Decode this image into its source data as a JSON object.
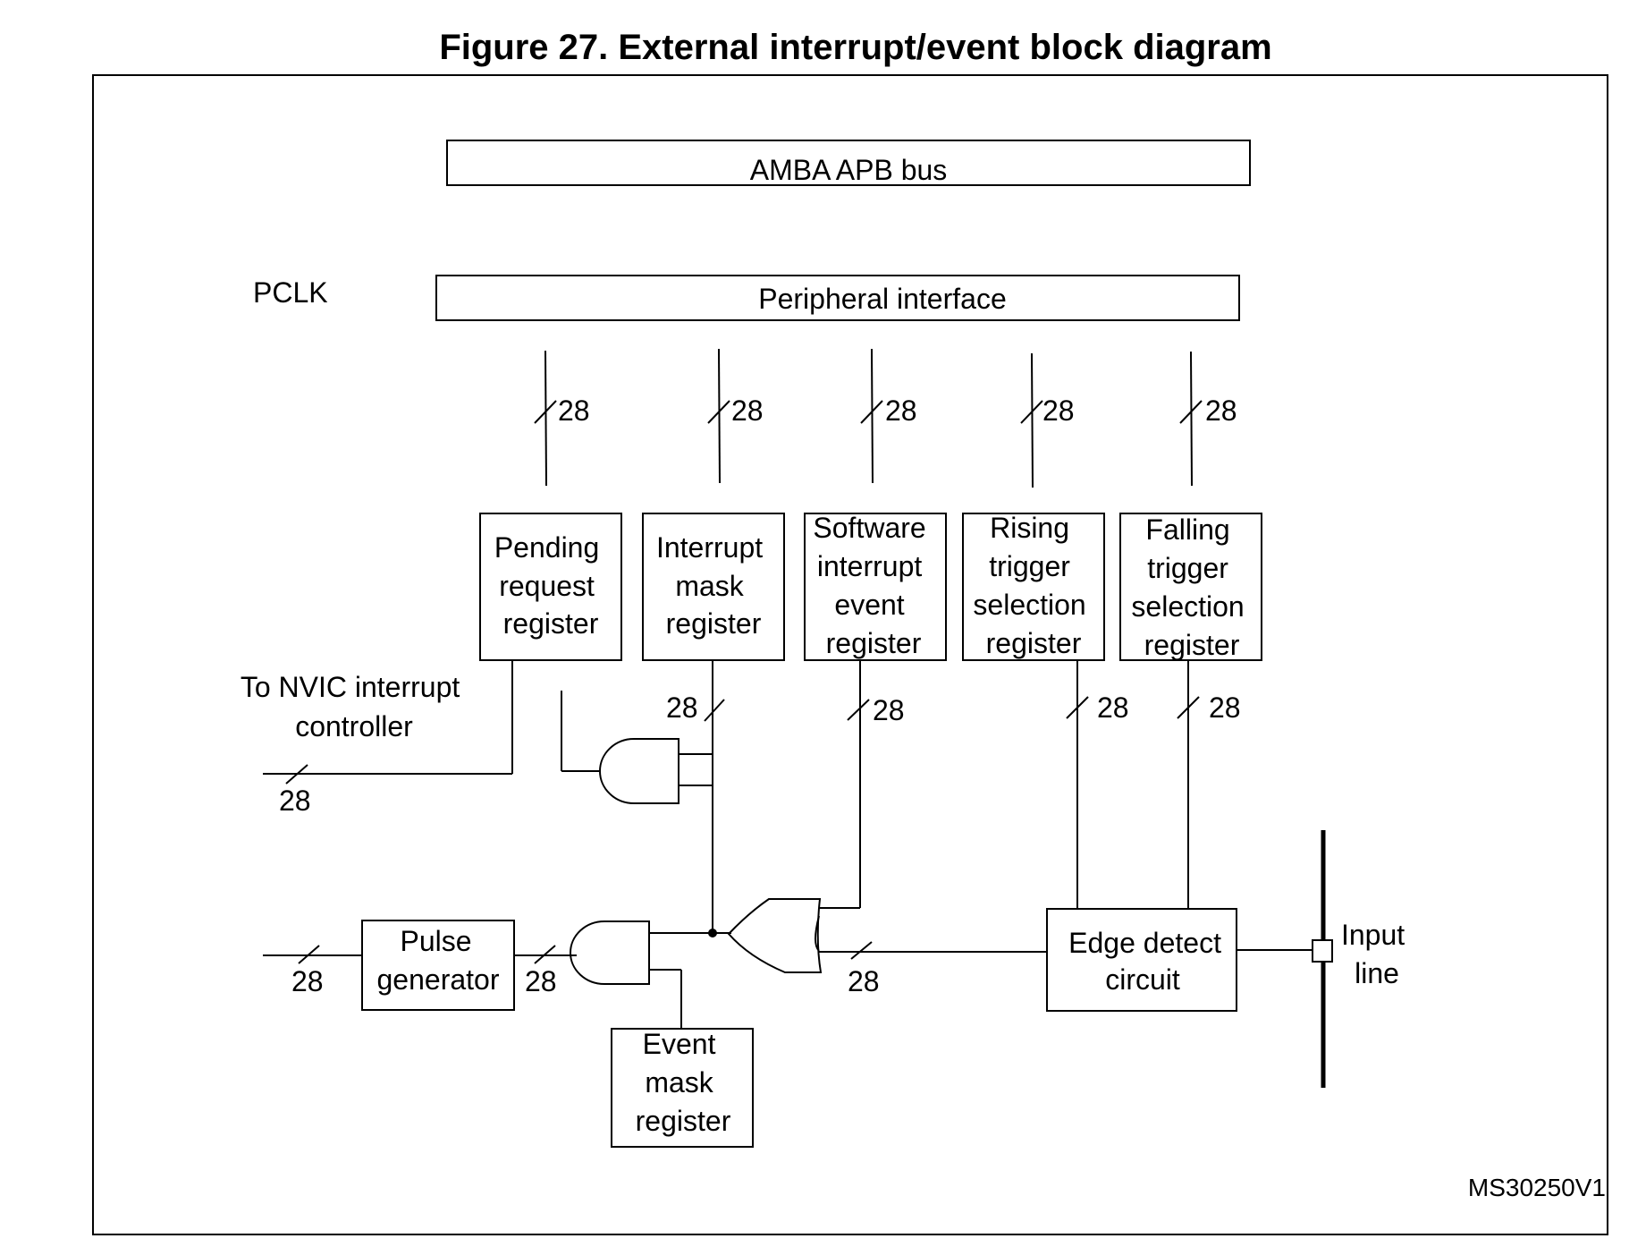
{
  "figure": {
    "title": "Figure 27. External interrupt/event block diagram",
    "ref": "MS30250V1"
  },
  "labels": {
    "bus": "AMBA APB bus",
    "pclk": "PCLK",
    "peripheral": "Peripheral interface",
    "nvic": [
      "To NVIC interrupt",
      "controller"
    ],
    "pulse": [
      "Pulse",
      "generator"
    ],
    "event_mask": [
      "Event",
      "mask",
      "register"
    ],
    "edge": [
      "Edge detect",
      "circuit"
    ],
    "input": [
      "Input",
      "line"
    ]
  },
  "registers": [
    {
      "id": "pending",
      "lines": [
        "Pending",
        "request",
        "register"
      ]
    },
    {
      "id": "imr",
      "lines": [
        "Interrupt",
        "mask",
        "register"
      ]
    },
    {
      "id": "swier",
      "lines": [
        "Software",
        "interrupt",
        "event",
        "register"
      ]
    },
    {
      "id": "rtsr",
      "lines": [
        "Rising",
        "trigger",
        "selection",
        "register"
      ]
    },
    {
      "id": "ftsr",
      "lines": [
        "Falling",
        "trigger",
        "selection",
        "register"
      ]
    }
  ],
  "bus_width": "28"
}
